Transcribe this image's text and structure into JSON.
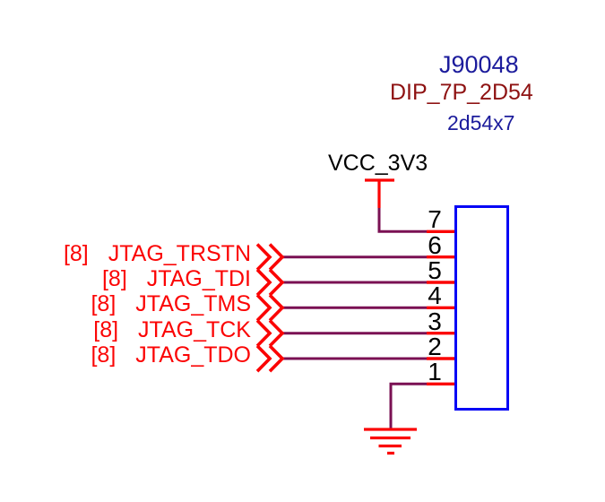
{
  "component": {
    "designator": "J90048",
    "footprint": "DIP_7P_2D54",
    "value": "2d54x7"
  },
  "power_net": {
    "label": "VCC_3V3"
  },
  "ground": {
    "symbol": "earth-ground"
  },
  "pins": [
    "7",
    "6",
    "5",
    "4",
    "3",
    "2",
    "1"
  ],
  "signals": [
    {
      "page": "[8]",
      "name": "JTAG_TRSTN",
      "pin": "6"
    },
    {
      "page": "[8]",
      "name": "JTAG_TDI",
      "pin": "5"
    },
    {
      "page": "[8]",
      "name": "JTAG_TMS",
      "pin": "4"
    },
    {
      "page": "[8]",
      "name": "JTAG_TCK",
      "pin": "3"
    },
    {
      "page": "[8]",
      "name": "JTAG_TDO",
      "pin": "2"
    }
  ],
  "colors": {
    "net_red": "#fb0404",
    "wire_maroon": "#7a1053",
    "body_blue": "#0505f5",
    "refdes_blue": "#1c1c9c",
    "footprint_maroon": "#8e1212",
    "pin_text": "#000000"
  }
}
